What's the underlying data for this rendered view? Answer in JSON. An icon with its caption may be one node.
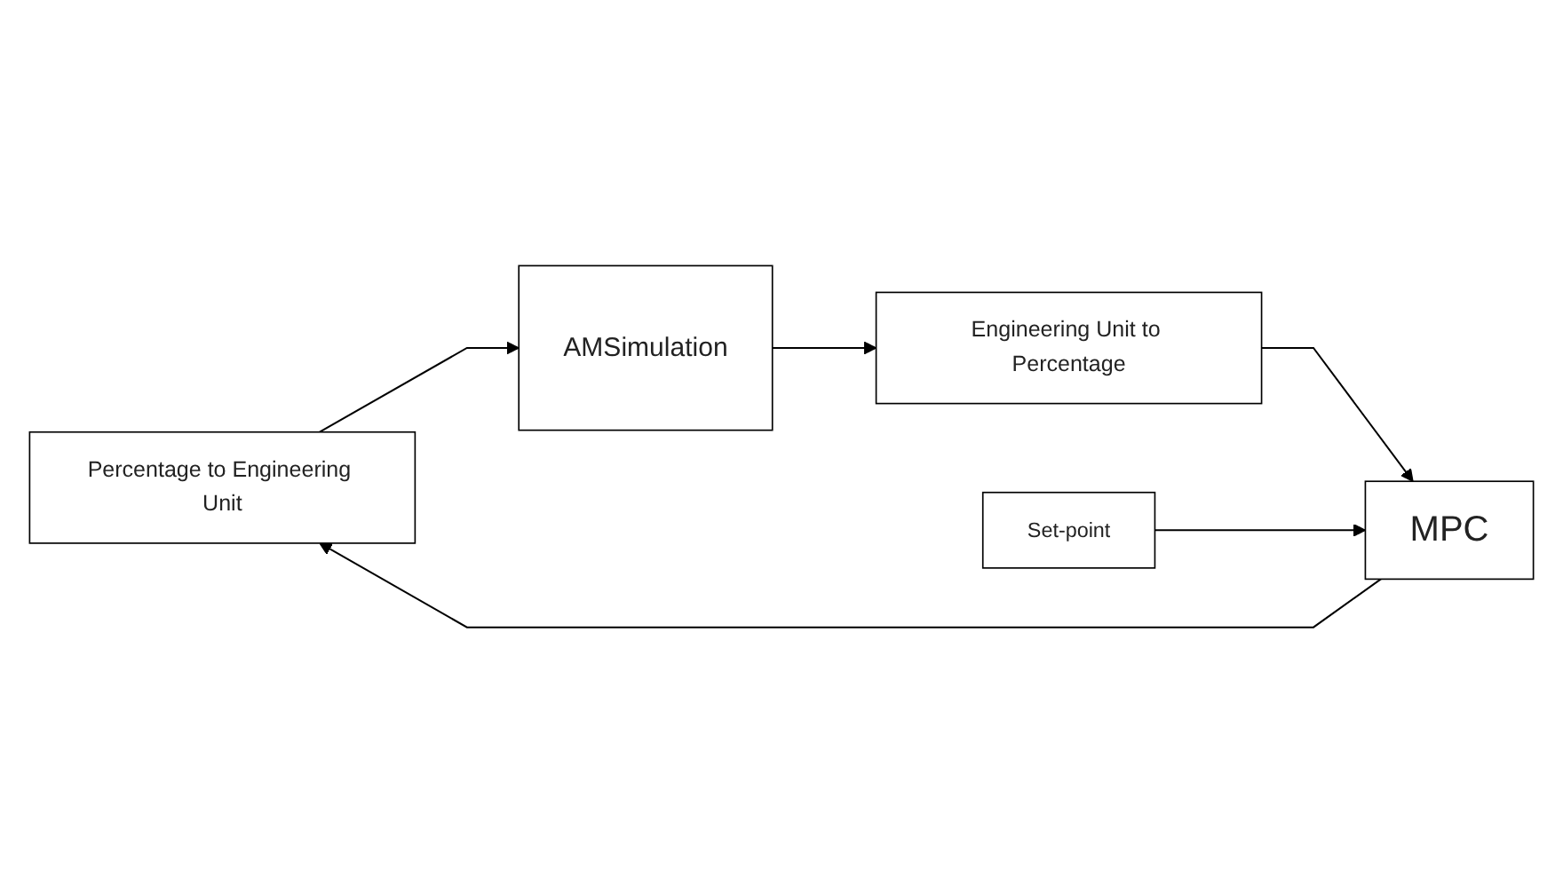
{
  "diagram": {
    "nodes": [
      {
        "text": [
          "Percentage to Engineering Unit"
        ]
      },
      {
        "text": [
          "AMSimulation"
        ]
      },
      {
        "text": [
          "Engineering Unit to Percentage"
        ]
      },
      {
        "text": [
          "MPC"
        ]
      },
      {
        "text": [
          "Set-point"
        ]
      }
    ],
    "edges": [
      {
        "from": 0,
        "to": 1,
        "arrow": "to"
      },
      {
        "from": 1,
        "to": 2,
        "arrow": "to"
      },
      {
        "from": 2,
        "to": 3,
        "arrow": "to"
      },
      {
        "from": 4,
        "to": 3,
        "arrow": "to"
      },
      {
        "from": 3,
        "to": 0,
        "arrow": "to"
      }
    ]
  }
}
